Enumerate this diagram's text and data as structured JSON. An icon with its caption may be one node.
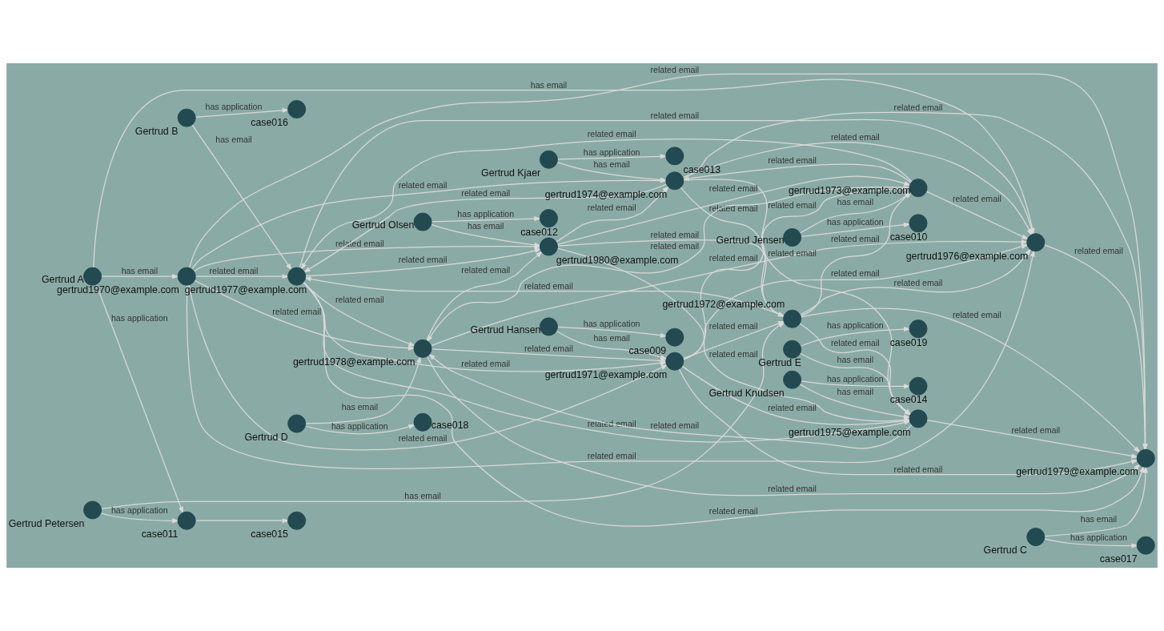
{
  "diagram": {
    "nodes": [
      {
        "text": [
          "gertrud1976@example.com"
        ]
      },
      {
        "text": [
          "gertrud1970@example.com"
        ]
      },
      {
        "text": [
          "gertrud1979@example.com"
        ]
      },
      {
        "text": [
          "gertrud1977@example.com"
        ]
      },
      {
        "text": [
          "gertrud1978@example.com"
        ]
      },
      {
        "text": [
          "gertrud1974@example.com"
        ]
      },
      {
        "text": [
          "gertrud1975@example.com"
        ]
      },
      {
        "text": [
          "gertrud1980@example.com"
        ]
      },
      {
        "text": [
          "gertrud1972@example.com"
        ]
      },
      {
        "text": [
          "gertrud1971@example.com"
        ]
      },
      {
        "text": [
          "gertrud1973@example.com"
        ]
      },
      {
        "text": [
          "Gertrud A"
        ]
      },
      {
        "text": [
          "Gertrud Hansen"
        ]
      },
      {
        "text": [
          "Gertrud Kjaer"
        ]
      },
      {
        "text": [
          "Gertrud B"
        ]
      },
      {
        "text": [
          "Gertrud E"
        ]
      },
      {
        "text": [
          "Gertrud Knudsen"
        ]
      },
      {
        "text": [
          "Gertrud Jensen"
        ]
      },
      {
        "text": [
          "Gertrud Petersen"
        ]
      },
      {
        "text": [
          "Gertrud C"
        ]
      },
      {
        "text": [
          "Gertrud Olsen"
        ]
      },
      {
        "text": [
          "Gertrud D"
        ]
      },
      {
        "text": [
          "case011"
        ]
      },
      {
        "text": [
          "case015"
        ]
      },
      {
        "text": [
          "case016"
        ]
      },
      {
        "text": [
          "case009"
        ]
      },
      {
        "text": [
          "case014"
        ]
      },
      {
        "text": [
          "case012"
        ]
      },
      {
        "text": [
          "case010"
        ]
      },
      {
        "text": [
          "case013"
        ]
      },
      {
        "text": [
          "case017"
        ]
      },
      {
        "text": [
          "case019"
        ]
      },
      {
        "text": [
          "case018"
        ]
      }
    ],
    "edges": [
      {
        "from": 1,
        "to": 0,
        "arrow": "to",
        "label": "related email"
      },
      {
        "from": 0,
        "to": 2,
        "arrow": "to",
        "label": "related email"
      },
      {
        "from": 1,
        "to": 2,
        "arrow": "to",
        "label": "related email"
      },
      {
        "from": 5,
        "to": 2,
        "arrow": "to",
        "label": "related email"
      },
      {
        "from": 4,
        "to": 2,
        "arrow": "to",
        "label": "related email"
      },
      {
        "from": 3,
        "to": 2,
        "arrow": "to",
        "label": "related email"
      },
      {
        "from": 6,
        "to": 2,
        "arrow": "to",
        "label": "related email"
      },
      {
        "from": 8,
        "to": 2,
        "arrow": "to",
        "label": "related email"
      },
      {
        "from": 9,
        "to": 2,
        "arrow": "to",
        "label": "related email"
      },
      {
        "from": 5,
        "to": 0,
        "arrow": "to",
        "label": "related email"
      },
      {
        "from": 3,
        "to": 0,
        "arrow": "to",
        "label": "related email"
      },
      {
        "from": 4,
        "to": 0,
        "arrow": "to",
        "label": "related email"
      },
      {
        "from": 8,
        "to": 0,
        "arrow": "to",
        "label": "related email"
      },
      {
        "from": 10,
        "to": 0,
        "arrow": "to",
        "label": "related email"
      },
      {
        "from": 9,
        "to": 0,
        "arrow": "to",
        "label": "related email"
      },
      {
        "from": 1,
        "to": 3,
        "arrow": "to",
        "label": "related email"
      },
      {
        "from": 5,
        "to": 3,
        "arrow": "to",
        "label": "related email"
      },
      {
        "from": 8,
        "to": 3,
        "arrow": "to",
        "label": "related email"
      },
      {
        "from": 10,
        "to": 3,
        "arrow": "to",
        "label": "related email"
      },
      {
        "from": 1,
        "to": 4,
        "arrow": "to",
        "label": "related email"
      },
      {
        "from": 3,
        "to": 4,
        "arrow": "to",
        "label": "related email"
      },
      {
        "from": 6,
        "to": 4,
        "arrow": "to",
        "label": "related email"
      },
      {
        "from": 10,
        "to": 4,
        "arrow": "to",
        "label": "related email"
      },
      {
        "from": 1,
        "to": 5,
        "arrow": "to",
        "label": "related email"
      },
      {
        "from": 7,
        "to": 5,
        "arrow": "to",
        "label": "related email"
      },
      {
        "from": 10,
        "to": 5,
        "arrow": "to",
        "label": "related email"
      },
      {
        "from": 1,
        "to": 7,
        "arrow": "to",
        "label": "related email"
      },
      {
        "from": 3,
        "to": 7,
        "arrow": "to",
        "label": "related email"
      },
      {
        "from": 4,
        "to": 7,
        "arrow": "to",
        "label": "related email"
      },
      {
        "from": 3,
        "to": 6,
        "arrow": "to",
        "label": "related email"
      },
      {
        "from": 5,
        "to": 6,
        "arrow": "to",
        "label": "related email"
      },
      {
        "from": 7,
        "to": 6,
        "arrow": "to",
        "label": "related email"
      },
      {
        "from": 8,
        "to": 6,
        "arrow": "to",
        "label": "related email"
      },
      {
        "from": 9,
        "to": 6,
        "arrow": "to",
        "label": "related email"
      },
      {
        "from": 4,
        "to": 9,
        "arrow": "to",
        "label": "related email"
      },
      {
        "from": 3,
        "to": 9,
        "arrow": "to",
        "label": "related email"
      },
      {
        "from": 1,
        "to": 9,
        "arrow": "to",
        "label": "related email"
      },
      {
        "from": 9,
        "to": 8,
        "arrow": "to",
        "label": "related email"
      },
      {
        "from": 5,
        "to": 8,
        "arrow": "to",
        "label": "related email"
      },
      {
        "from": 7,
        "to": 8,
        "arrow": "to",
        "label": "related email"
      },
      {
        "from": 8,
        "to": 10,
        "arrow": "to",
        "label": "related email"
      },
      {
        "from": 9,
        "to": 10,
        "arrow": "to",
        "label": "related email"
      },
      {
        "from": 7,
        "to": 10,
        "arrow": "to",
        "label": "related email"
      },
      {
        "from": 11,
        "to": 1,
        "arrow": "to",
        "label": "has email"
      },
      {
        "from": 11,
        "to": 0,
        "arrow": "to",
        "label": "has email"
      },
      {
        "from": 13,
        "to": 5,
        "arrow": "to",
        "label": "has email"
      },
      {
        "from": 14,
        "to": 3,
        "arrow": "to",
        "label": "has email"
      },
      {
        "from": 15,
        "to": 6,
        "arrow": "to",
        "label": "has email"
      },
      {
        "from": 16,
        "to": 6,
        "arrow": "to",
        "label": "has email"
      },
      {
        "from": 17,
        "to": 10,
        "arrow": "to",
        "label": "has email"
      },
      {
        "from": 18,
        "to": 8,
        "arrow": "to",
        "label": "has email"
      },
      {
        "from": 19,
        "to": 2,
        "arrow": "to",
        "label": "has email"
      },
      {
        "from": 20,
        "to": 7,
        "arrow": "to",
        "label": "has email"
      },
      {
        "from": 21,
        "to": 4,
        "arrow": "to",
        "label": "has email"
      },
      {
        "from": 12,
        "to": 9,
        "arrow": "to",
        "label": "has email"
      },
      {
        "from": 11,
        "to": 22,
        "arrow": "to",
        "label": "has application"
      },
      {
        "from": 22,
        "to": 23,
        "arrow": "to"
      },
      {
        "from": 12,
        "to": 25,
        "arrow": "to",
        "label": "has application"
      },
      {
        "from": 13,
        "to": 29,
        "arrow": "to",
        "label": "has application"
      },
      {
        "from": 14,
        "to": 24,
        "arrow": "to",
        "label": "has application"
      },
      {
        "from": 15,
        "to": 31,
        "arrow": "to",
        "label": "has application"
      },
      {
        "from": 16,
        "to": 26,
        "arrow": "to",
        "label": "has application"
      },
      {
        "from": 17,
        "to": 28,
        "arrow": "to",
        "label": "has application"
      },
      {
        "from": 18,
        "to": 22,
        "arrow": "to",
        "label": "has application"
      },
      {
        "from": 19,
        "to": 30,
        "arrow": "to",
        "label": "has application"
      },
      {
        "from": 20,
        "to": 27,
        "arrow": "to",
        "label": "has application"
      },
      {
        "from": 21,
        "to": 32,
        "arrow": "to",
        "label": "has application"
      }
    ]
  }
}
